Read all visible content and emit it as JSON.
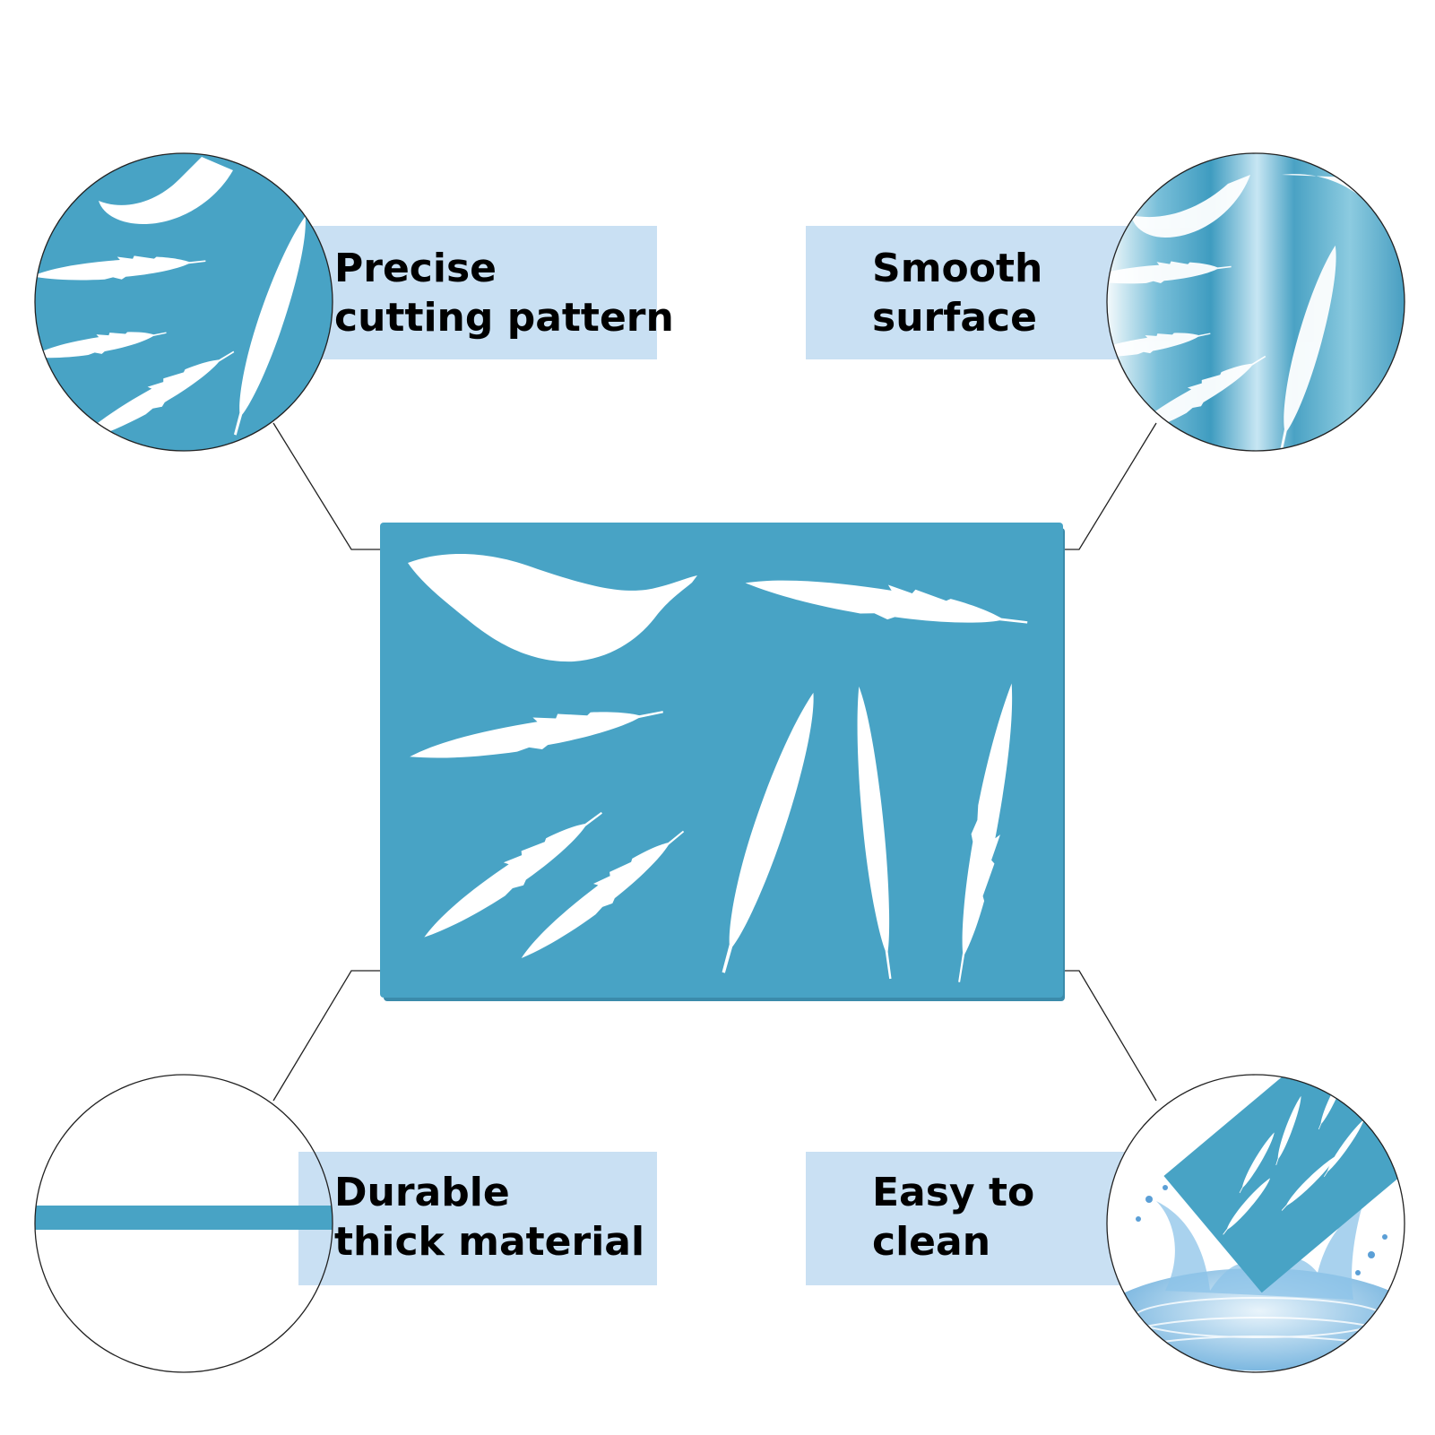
{
  "colors": {
    "stencil": "#48a3c5",
    "label_bg": "#c9e0f3",
    "feather": "#ffffff",
    "connector": "#222222"
  },
  "features": [
    {
      "line1": "Precise",
      "line2": "cutting pattern",
      "icon": "feather-closeup-icon"
    },
    {
      "line1": "Smooth",
      "line2": "surface",
      "icon": "glossy-surface-icon"
    },
    {
      "line1": "Durable",
      "line2": "thick material",
      "icon": "thickness-line-icon"
    },
    {
      "line1": "Easy to",
      "line2": "clean",
      "icon": "water-splash-icon"
    }
  ]
}
